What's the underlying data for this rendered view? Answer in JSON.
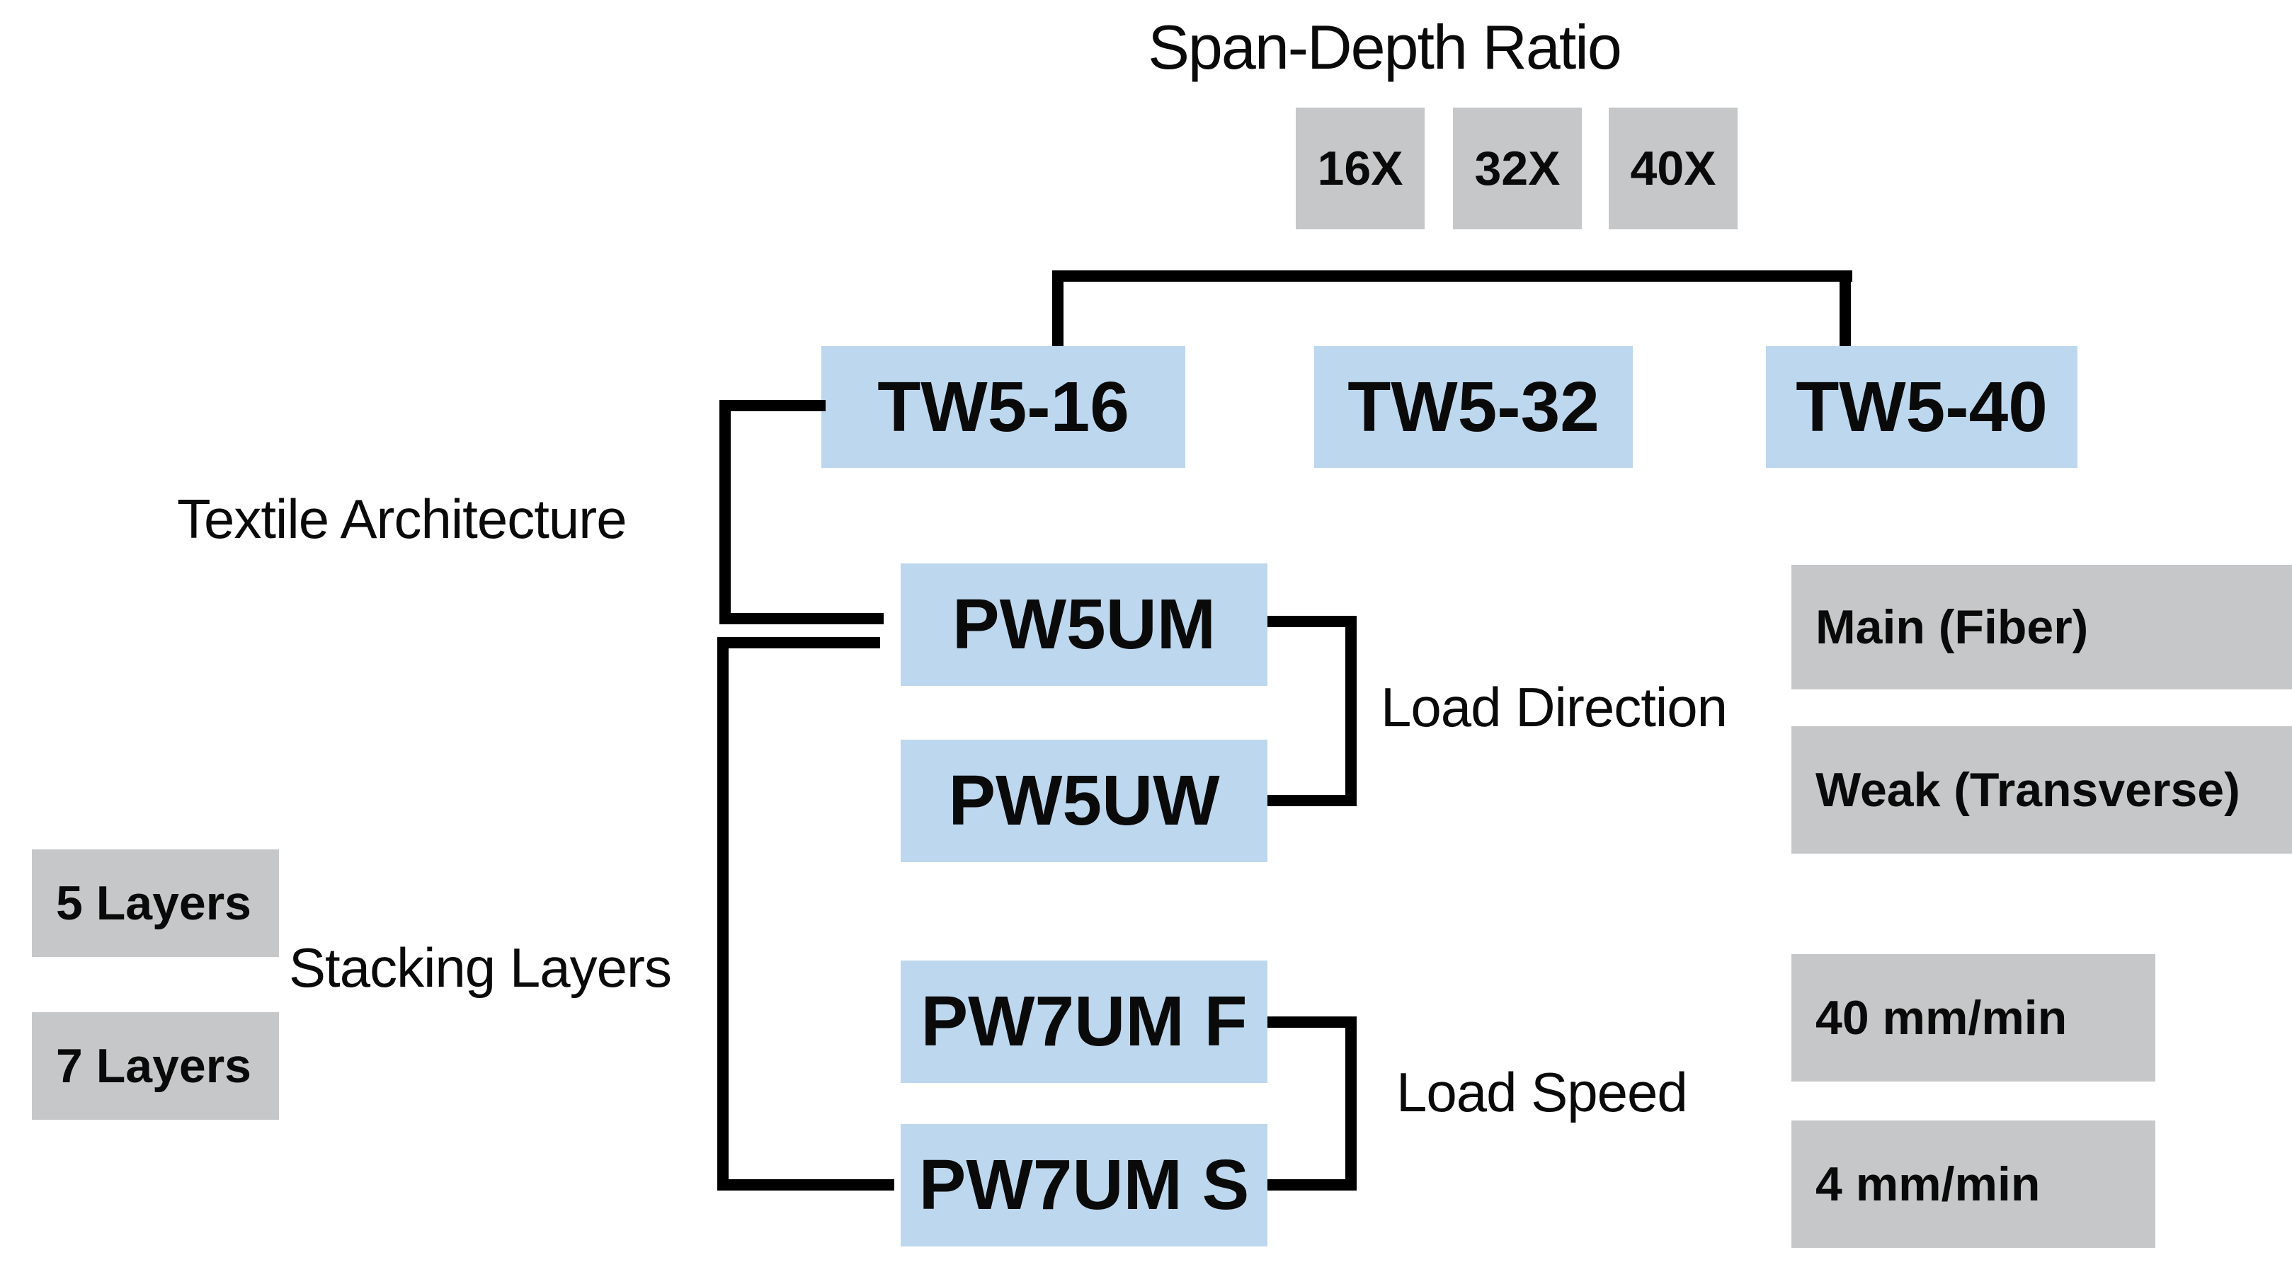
{
  "title": "Span-Depth Ratio",
  "ratio_boxes": [
    "16X",
    "32X",
    "40X"
  ],
  "tw_boxes": [
    "TW5-16",
    "TW5-32",
    "TW5-40"
  ],
  "pw5_boxes": [
    "PW5UM",
    "PW5UW"
  ],
  "pw7_boxes": [
    "PW7UM F",
    "PW7UM S"
  ],
  "labels": {
    "textile_architecture": "Textile Architecture",
    "stacking_layers": "Stacking Layers",
    "load_direction": "Load Direction",
    "load_speed": "Load Speed"
  },
  "layer_boxes": [
    "5 Layers",
    "7 Layers"
  ],
  "direction_boxes": [
    "Main (Fiber)",
    "Weak (Transverse)"
  ],
  "speed_boxes": [
    "40 mm/min",
    "4 mm/min"
  ],
  "colors": {
    "highlight_blue": "#BDD7EE",
    "option_gray": "#C6C7C8",
    "line_black": "#000000",
    "text_black": "#0A0A0A"
  }
}
